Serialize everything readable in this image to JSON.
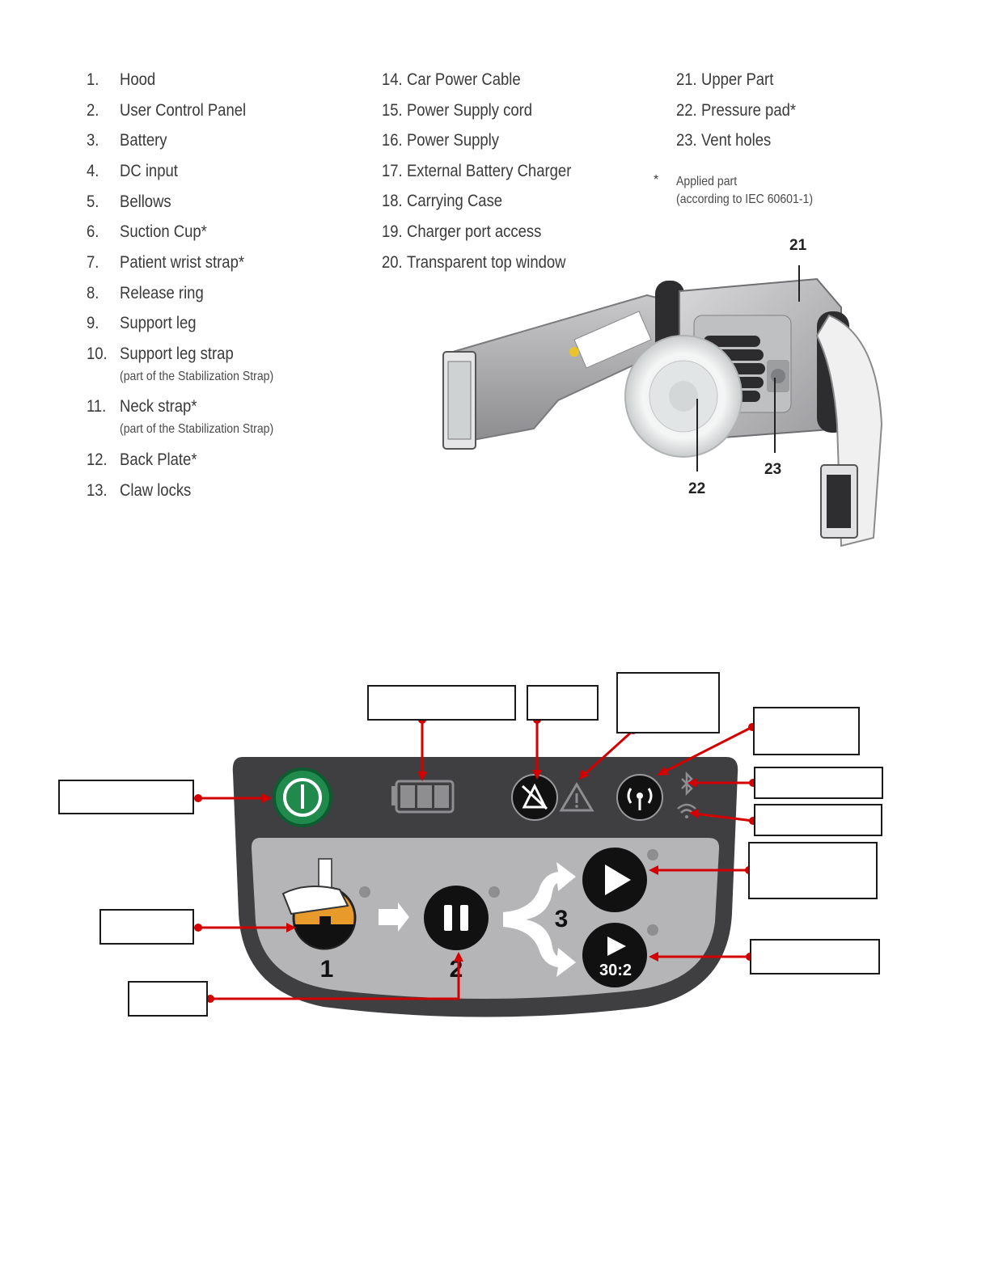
{
  "legend": {
    "col1": [
      {
        "num": "1.",
        "label": "Hood"
      },
      {
        "num": "2.",
        "label": "User Control Panel"
      },
      {
        "num": "3.",
        "label": "Battery"
      },
      {
        "num": "4.",
        "label": "DC input"
      },
      {
        "num": "5.",
        "label": "Bellows"
      },
      {
        "num": "6.",
        "label": "Suction Cup*"
      },
      {
        "num": "7.",
        "label": "Patient wrist strap*"
      },
      {
        "num": "8.",
        "label": "Release ring"
      },
      {
        "num": "9.",
        "label": "Support leg"
      },
      {
        "num": "10.",
        "label": "Support leg strap",
        "sub": "(part of the Stabilization Strap)"
      },
      {
        "num": "11.",
        "label": "Neck strap*",
        "sub": "(part of the Stabilization Strap)"
      },
      {
        "num": "12.",
        "label": "Back Plate*"
      },
      {
        "num": "13.",
        "label": "Claw locks"
      }
    ],
    "col2": [
      {
        "num": "14.",
        "label": "Car Power Cable"
      },
      {
        "num": "15.",
        "label": "Power Supply cord"
      },
      {
        "num": "16.",
        "label": "Power Supply"
      },
      {
        "num": "17.",
        "label": "External Battery Charger"
      },
      {
        "num": "18.",
        "label": "Carrying Case"
      },
      {
        "num": "19.",
        "label": "Charger port access"
      },
      {
        "num": "20.",
        "label": "Transparent top window"
      }
    ],
    "col3": [
      {
        "num": "21.",
        "label": "Upper Part"
      },
      {
        "num": "22.",
        "label": "Pressure pad*"
      },
      {
        "num": "23.",
        "label": "Vent holes"
      }
    ],
    "note_star": "*",
    "note_line1": "Applied part",
    "note_line2": "(according to IEC 60601-1)"
  },
  "device_callouts": {
    "c21": "21",
    "c22": "22",
    "c23": "23"
  },
  "panel": {
    "step1": "1",
    "step2": "2",
    "step3": "3",
    "ratio_label": "30:2",
    "colors": {
      "panel_dark": "#3f3f42",
      "panel_light": "#b5b5b7",
      "power_green": "#1f8a4c",
      "step1_orange": "#e89a2a",
      "leader_red": "#d40000"
    },
    "icons": [
      "power-icon",
      "battery-icon",
      "alarm-mute-icon",
      "warning-icon",
      "wireless-icon",
      "bluetooth-icon",
      "wifi-icon",
      "adjust-icon",
      "pause-icon",
      "play-icon",
      "play-30-2-icon"
    ]
  }
}
